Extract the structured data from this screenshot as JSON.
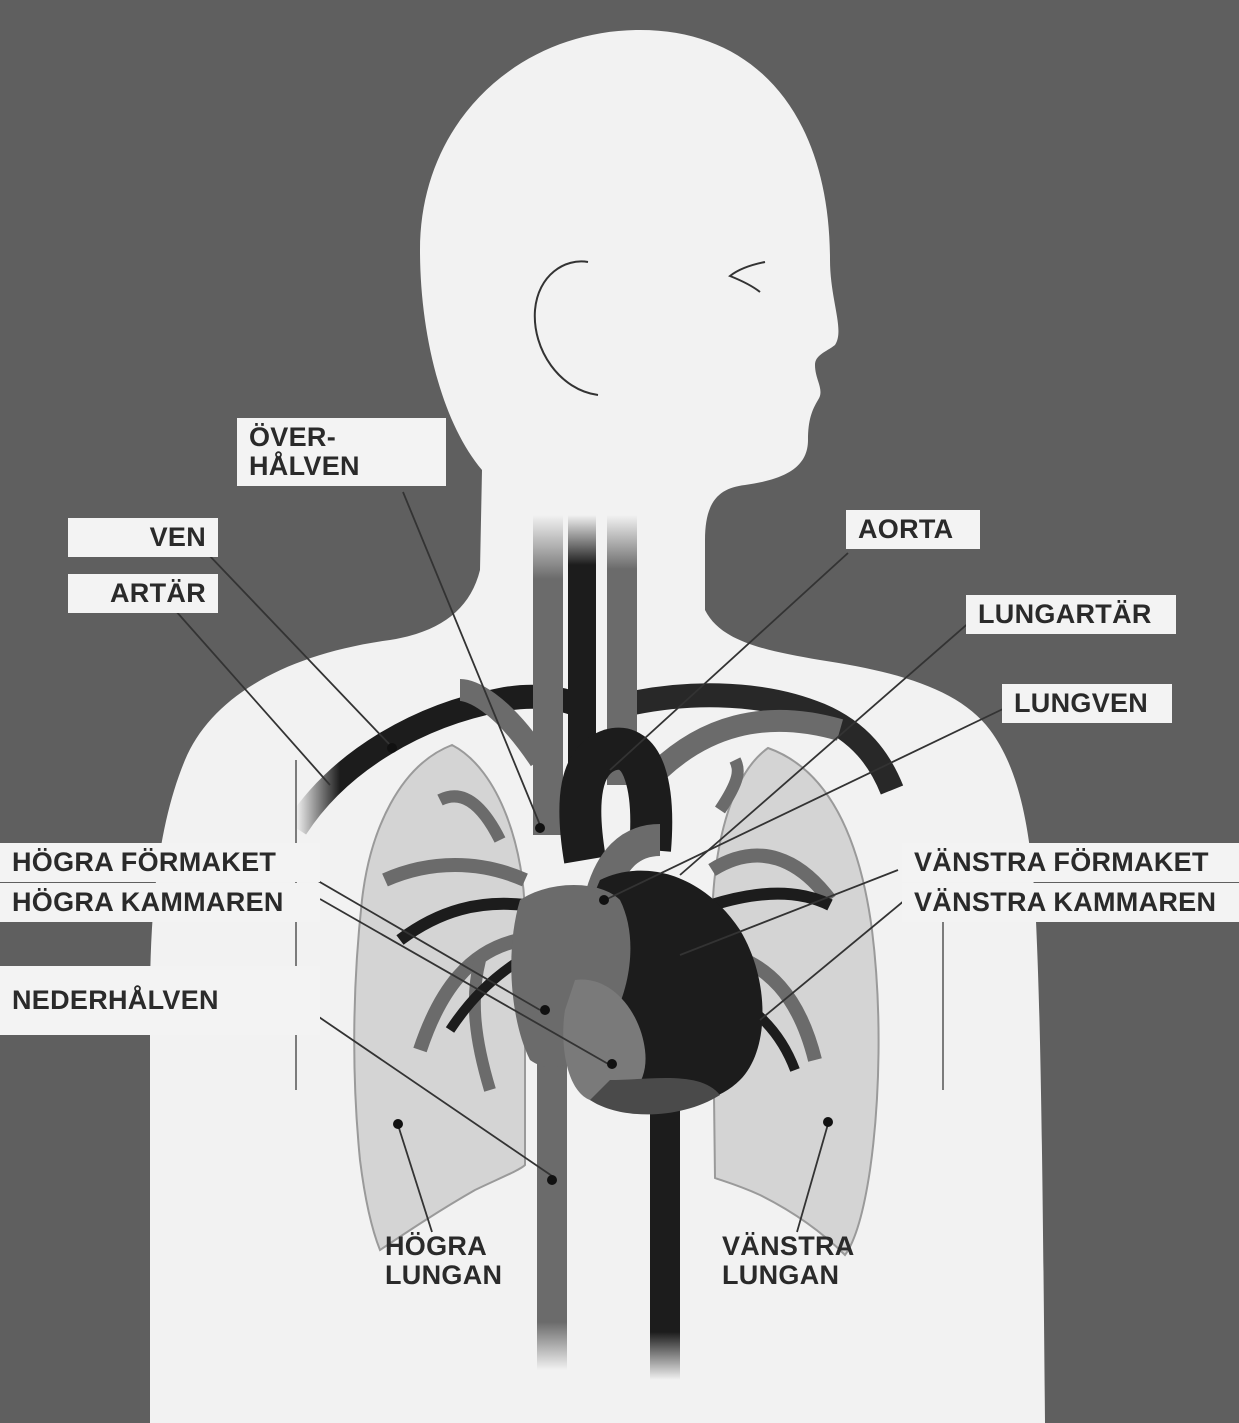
{
  "colors": {
    "background": "#5f5f5f",
    "body": "#f2f2f2",
    "lung": "#d4d4d4",
    "vein": "#6b6b6b",
    "artery": "#1c1c1c",
    "label_box": "#f3f3f3",
    "text": "#2a2a2a"
  },
  "labels": {
    "overhalven": [
      "ÖVER-",
      "HÅLVEN"
    ],
    "ven": "VEN",
    "artar": "ARTÄR",
    "aorta": "AORTA",
    "lungartar": "LUNGARTÄR",
    "lungven": "LUNGVEN",
    "hogra_formaket": "HÖGRA FÖRMAKET",
    "hogra_kammaren": "HÖGRA KAMMAREN",
    "nederhalven": "NEDERHÅLVEN",
    "vanstra_formaket": "VÄNSTRA FÖRMAKET",
    "vanstra_kammaren": "VÄNSTRA KAMMAREN",
    "hogra_lungan": [
      "HÖGRA",
      "LUNGAN"
    ],
    "vanstra_lungan": [
      "VÄNSTRA",
      "LUNGAN"
    ]
  }
}
